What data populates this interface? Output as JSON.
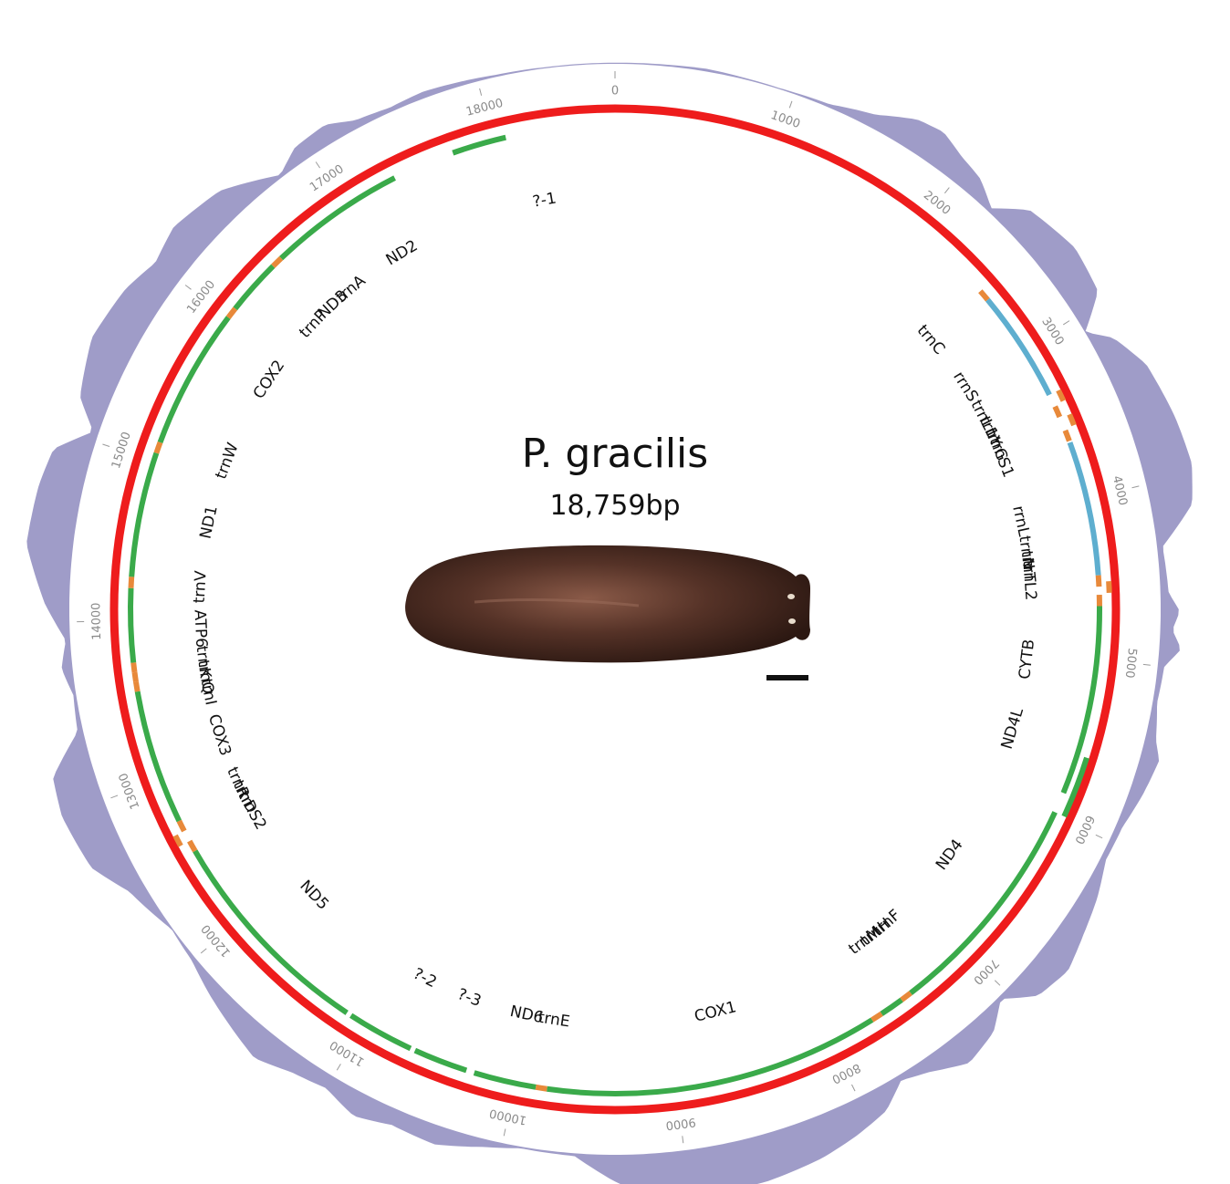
{
  "title": "P. gracilis",
  "subtitle": "18,759bp",
  "genome_length": 18759,
  "colors": {
    "backbone": "#ee1c1c",
    "protein_coding": "#3aaa4a",
    "rrna": "#5eaecf",
    "trna": "#e8893a",
    "coverage": "#9f9cc8",
    "tick": "#9a9a9a"
  },
  "ticks": [
    {
      "value": 0,
      "label": "0"
    },
    {
      "value": 1000,
      "label": "1000"
    },
    {
      "value": 2000,
      "label": "2000"
    },
    {
      "value": 3000,
      "label": "3000"
    },
    {
      "value": 4000,
      "label": "4000"
    },
    {
      "value": 5000,
      "label": "5000"
    },
    {
      "value": 6000,
      "label": "6000"
    },
    {
      "value": 7000,
      "label": "7000"
    },
    {
      "value": 8000,
      "label": "8000"
    },
    {
      "value": 9000,
      "label": "9000"
    },
    {
      "value": 10000,
      "label": "10000"
    },
    {
      "value": 11000,
      "label": "11000"
    },
    {
      "value": 12000,
      "label": "12000"
    },
    {
      "value": 13000,
      "label": "13000"
    },
    {
      "value": 14000,
      "label": "14000"
    },
    {
      "value": 15000,
      "label": "15000"
    },
    {
      "value": 16000,
      "label": "16000"
    },
    {
      "value": 17000,
      "label": "17000"
    },
    {
      "value": 18000,
      "label": "18000"
    }
  ],
  "features": [
    {
      "type": "trna",
      "start": 2550,
      "end": 2620
    },
    {
      "type": "rrna",
      "start": 2620,
      "end": 3320
    },
    {
      "type": "trna",
      "start": 3320,
      "end": 3390,
      "lane": 1
    },
    {
      "type": "trna",
      "start": 3400,
      "end": 3470
    },
    {
      "type": "trna",
      "start": 3480,
      "end": 3550,
      "lane": 1
    },
    {
      "type": "trna",
      "start": 3560,
      "end": 3630
    },
    {
      "type": "rrna",
      "start": 3640,
      "end": 4480
    },
    {
      "type": "trna",
      "start": 4480,
      "end": 4550
    },
    {
      "type": "trna",
      "start": 4520,
      "end": 4590,
      "lane": 1
    },
    {
      "type": "trna",
      "start": 4600,
      "end": 4670
    },
    {
      "type": "protein_coding",
      "start": 4670,
      "end": 5850
    },
    {
      "type": "protein_coding",
      "start": 5600,
      "end": 5980,
      "lane": 1
    },
    {
      "type": "protein_coding",
      "start": 5980,
      "end": 7420
    },
    {
      "type": "trna",
      "start": 7420,
      "end": 7490
    },
    {
      "type": "protein_coding",
      "start": 7490,
      "end": 7640
    },
    {
      "type": "trna",
      "start": 7640,
      "end": 7710
    },
    {
      "type": "protein_coding",
      "start": 7710,
      "end": 9800
    },
    {
      "type": "trna",
      "start": 9800,
      "end": 9870
    },
    {
      "type": "protein_coding",
      "start": 9870,
      "end": 10260
    },
    {
      "type": "protein_coding",
      "start": 10310,
      "end": 10650
    },
    {
      "type": "protein_coding",
      "start": 10680,
      "end": 11100
    },
    {
      "type": "protein_coding",
      "start": 11130,
      "end": 12510
    },
    {
      "type": "trna",
      "start": 12510,
      "end": 12580
    },
    {
      "type": "trna",
      "start": 12580,
      "end": 12650,
      "lane": 1
    },
    {
      "type": "trna",
      "start": 12650,
      "end": 12720
    },
    {
      "type": "protein_coding",
      "start": 12720,
      "end": 13560
    },
    {
      "type": "trna",
      "start": 13560,
      "end": 13620
    },
    {
      "type": "trna",
      "start": 13620,
      "end": 13680
    },
    {
      "type": "trna",
      "start": 13680,
      "end": 13740
    },
    {
      "type": "protein_coding",
      "start": 13740,
      "end": 14200
    },
    {
      "type": "trna",
      "start": 14200,
      "end": 14270
    },
    {
      "type": "protein_coding",
      "start": 14270,
      "end": 15050
    },
    {
      "type": "trna",
      "start": 15050,
      "end": 15120
    },
    {
      "type": "protein_coding",
      "start": 15120,
      "end": 16000
    },
    {
      "type": "trna",
      "start": 16000,
      "end": 16070
    },
    {
      "type": "protein_coding",
      "start": 16070,
      "end": 16420
    },
    {
      "type": "trna",
      "start": 16420,
      "end": 16490
    },
    {
      "type": "protein_coding",
      "start": 16490,
      "end": 17350
    },
    {
      "type": "protein_coding",
      "start": 17740,
      "end": 18080
    }
  ],
  "gene_labels": [
    {
      "text": "?-1",
      "pos": 18250
    },
    {
      "text": "ND2",
      "pos": 17150
    },
    {
      "text": "trnA",
      "pos": 16700
    },
    {
      "text": "ND3",
      "pos": 16530
    },
    {
      "text": "trnP",
      "pos": 16330
    },
    {
      "text": "COX2",
      "pos": 15820
    },
    {
      "text": "trnW",
      "pos": 15160
    },
    {
      "text": "ND1",
      "pos": 14700
    },
    {
      "text": "trnV",
      "pos": 14230
    },
    {
      "text": "ATP6",
      "pos": 13930
    },
    {
      "text": "trnK",
      "pos": 13690
    },
    {
      "text": "trnQ",
      "pos": 13580
    },
    {
      "text": "trnI",
      "pos": 13470
    },
    {
      "text": "COX3",
      "pos": 13150
    },
    {
      "text": "trnR",
      "pos": 12780
    },
    {
      "text": "trnD",
      "pos": 12670
    },
    {
      "text": "trnS2",
      "pos": 12560
    },
    {
      "text": "ND5",
      "pos": 11800
    },
    {
      "text": "?-2",
      "pos": 10800
    },
    {
      "text": "?-3",
      "pos": 10450
    },
    {
      "text": "ND6",
      "pos": 10020
    },
    {
      "text": "trnE",
      "pos": 9820
    },
    {
      "text": "COX1",
      "pos": 8650
    },
    {
      "text": "trnM",
      "pos": 7450
    },
    {
      "text": "trnH",
      "pos": 7350
    },
    {
      "text": "trnF",
      "pos": 7250
    },
    {
      "text": "ND4",
      "pos": 6580
    },
    {
      "text": "ND4L",
      "pos": 5560
    },
    {
      "text": "CYTB",
      "pos": 5050
    },
    {
      "text": "trnL2",
      "pos": 4480
    },
    {
      "text": "trnT",
      "pos": 4380
    },
    {
      "text": "trnN",
      "pos": 4280
    },
    {
      "text": "rrnL",
      "pos": 4050
    },
    {
      "text": "trnS1",
      "pos": 3570
    },
    {
      "text": "trnG",
      "pos": 3470
    },
    {
      "text": "trnY",
      "pos": 3370
    },
    {
      "text": "trnL1",
      "pos": 3270
    },
    {
      "text": "rrnS",
      "pos": 3000
    },
    {
      "text": "trnC",
      "pos": 2580
    }
  ],
  "coverage_profile": [
    [
      0,
      0.02
    ],
    [
      300,
      0.03
    ],
    [
      500,
      0.05
    ],
    [
      700,
      0.03
    ],
    [
      900,
      0.02
    ],
    [
      1000,
      0.03
    ],
    [
      1200,
      0.06
    ],
    [
      1450,
      0.25
    ],
    [
      1650,
      0.55
    ],
    [
      1800,
      0.62
    ],
    [
      1950,
      0.45
    ],
    [
      2100,
      0.35
    ],
    [
      2250,
      0.08
    ],
    [
      2400,
      0.55
    ],
    [
      2700,
      0.72
    ],
    [
      2950,
      0.6
    ],
    [
      3100,
      0.0
    ],
    [
      3200,
      0.4
    ],
    [
      3400,
      0.72
    ],
    [
      3700,
      0.85
    ],
    [
      3950,
      0.9
    ],
    [
      4150,
      0.75
    ],
    [
      4350,
      0.1
    ],
    [
      4600,
      0.15
    ],
    [
      4700,
      0.35
    ],
    [
      4800,
      0.22
    ],
    [
      4900,
      0.4
    ],
    [
      5000,
      0.12
    ],
    [
      5200,
      0.08
    ],
    [
      5400,
      0.2
    ],
    [
      5500,
      0.35
    ],
    [
      5700,
      0.25
    ],
    [
      5900,
      0.12
    ],
    [
      6100,
      0.1
    ],
    [
      6300,
      0.3
    ],
    [
      6500,
      0.45
    ],
    [
      6700,
      0.62
    ],
    [
      6900,
      0.5
    ],
    [
      7050,
      0.05
    ],
    [
      7200,
      0.4
    ],
    [
      7400,
      0.55
    ],
    [
      7600,
      0.25
    ],
    [
      7750,
      0.1
    ],
    [
      7900,
      0.45
    ],
    [
      8100,
      0.62
    ],
    [
      8300,
      0.75
    ],
    [
      8600,
      0.85
    ],
    [
      8900,
      0.85
    ],
    [
      9200,
      0.8
    ],
    [
      9400,
      0.45
    ],
    [
      9600,
      0.05
    ],
    [
      9900,
      0.03
    ],
    [
      10100,
      0.15
    ],
    [
      10350,
      0.35
    ],
    [
      10600,
      0.3
    ],
    [
      10800,
      0.45
    ],
    [
      11000,
      0.25
    ],
    [
      11200,
      0.35
    ],
    [
      11400,
      0.55
    ],
    [
      11600,
      0.4
    ],
    [
      11800,
      0.25
    ],
    [
      12000,
      0.08
    ],
    [
      12200,
      0.02
    ],
    [
      12500,
      0.3
    ],
    [
      12700,
      0.7
    ],
    [
      13000,
      0.82
    ],
    [
      13200,
      0.75
    ],
    [
      13400,
      0.1
    ],
    [
      13600,
      0.05
    ],
    [
      13750,
      0.2
    ],
    [
      13900,
      0.08
    ],
    [
      14100,
      0.45
    ],
    [
      14400,
      0.85
    ],
    [
      14700,
      0.8
    ],
    [
      14900,
      0.7
    ],
    [
      15050,
      0.1
    ],
    [
      15200,
      0.55
    ],
    [
      15500,
      0.8
    ],
    [
      15800,
      0.72
    ],
    [
      16000,
      0.55
    ],
    [
      16200,
      0.7
    ],
    [
      16500,
      0.55
    ],
    [
      16800,
      0.05
    ],
    [
      16950,
      0.3
    ],
    [
      17150,
      0.35
    ],
    [
      17300,
      0.15
    ],
    [
      17500,
      0.08
    ],
    [
      17700,
      0.12
    ],
    [
      17900,
      0.08
    ],
    [
      18100,
      0.04
    ],
    [
      18400,
      0.02
    ],
    [
      18759,
      0.02
    ]
  ]
}
